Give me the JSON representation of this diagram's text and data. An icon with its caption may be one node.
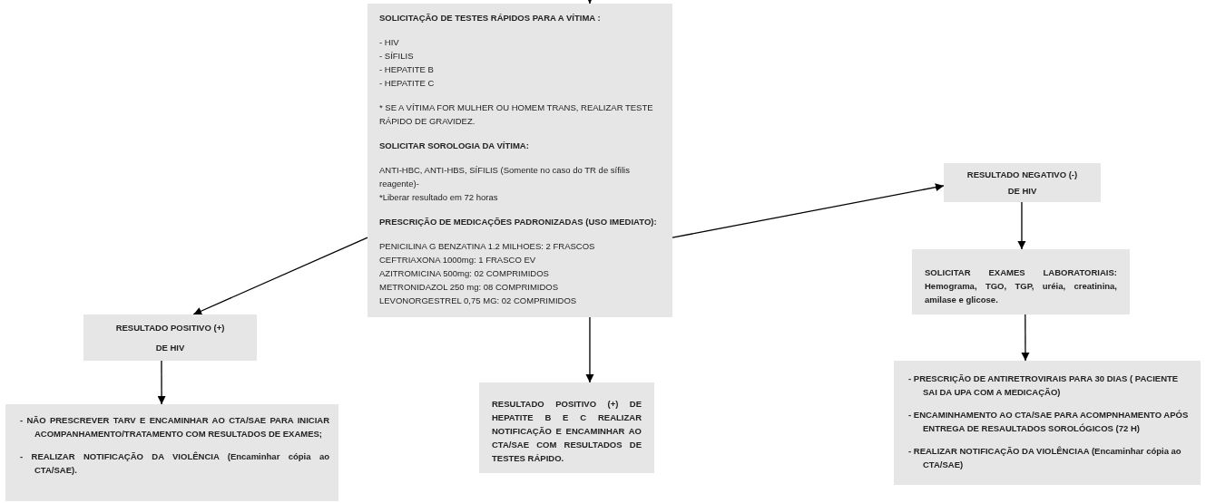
{
  "diagram": {
    "nodes": [
      {
        "text": [
          "SOLICITAÇÃO DE TESTES RÁPIDOS PARA A VÍTIMA :",
          "- HIV",
          "- SÍFILIS",
          "- HEPATITE B",
          "- HEPATITE C",
          "* SE A VÍTIMA FOR MULHER OU HOMEM TRANS, REALIZAR TESTE RÁPIDO DE GRAVIDEZ.",
          "SOLICITAR SOROLOGIA DA VÍTIMA:",
          "ANTI-HBC, ANTI-HBS, SÍFILIS (Somente no caso do TR de sífilis reagente)-",
          "*Liberar resultado em 72 horas",
          "PRESCRIÇÃO DE MEDICAÇÕES PADRONIZADAS (USO IMEDIATO):",
          "PENICILINA G BENZATINA 1.2 MILHOES: 2 FRASCOS",
          "CEFTRIAXONA 1000mg: 1 FRASCO EV",
          "AZITROMICINA 500mg: 02 COMPRIMIDOS",
          "METRONIDAZOL 250 mg: 08 COMPRIMIDOS",
          "LEVONORGESTREL 0,75 MG: 02 COMPRIMIDOS"
        ]
      },
      {
        "text": [
          "RESULTADO POSITIVO (+)",
          "DE HIV"
        ]
      },
      {
        "text": [
          "- NÃO PRESCREVER TARV E ENCAMINHAR AO CTA/SAE PARA INICIAR ACOMPANHAMENTO/TRATAMENTO COM RESULTADOS DE EXAMES;",
          "- REALIZAR NOTIFICAÇÃO DA VIOLÊNCIA (Encaminhar cópia ao CTA/SAE)."
        ]
      },
      {
        "text": [
          "RESULTADO POSITIVO (+) DE HEPATITE B E C REALIZAR NOTIFICAÇÃO E ENCAMINHAR AO CTA/SAE COM RESULTADOS DE TESTES RÁPIDO."
        ]
      },
      {
        "text": [
          "RESULTADO NEGATIVO (-)",
          "DE HIV"
        ]
      },
      {
        "text": [
          "SOLICITAR EXAMES LABORATORIAIS: Hemograma, TGO, TGP, uréia, creatinina, amilase e glicose."
        ]
      },
      {
        "text": [
          "- PRESCRIÇÃO DE ANTIRETROVIRAIS PARA 30 DIAS ( PACIENTE SAI DA UPA COM A MEDICAÇÃO)",
          "- ENCAMINHAMENTO AO CTA/SAE PARA ACOMPNHAMENTO APÓS ENTREGA DE RESAULTADOS SOROLÓGICOS (72 H)",
          "- REALIZAR NOTIFICAÇÃO DA VIOLÊNCIAA (Encaminhar cópia ao CTA/SAE)"
        ]
      }
    ],
    "edges": [
      {
        "from": null,
        "to": 0,
        "arrow": "to"
      },
      {
        "from": 0,
        "to": 1,
        "arrow": "to"
      },
      {
        "from": 0,
        "to": 3,
        "arrow": "to"
      },
      {
        "from": 0,
        "to": 4,
        "arrow": "to"
      },
      {
        "from": 1,
        "to": 2,
        "arrow": "to"
      },
      {
        "from": 4,
        "to": 5,
        "arrow": "to"
      },
      {
        "from": 5,
        "to": 6,
        "arrow": "to"
      }
    ]
  }
}
